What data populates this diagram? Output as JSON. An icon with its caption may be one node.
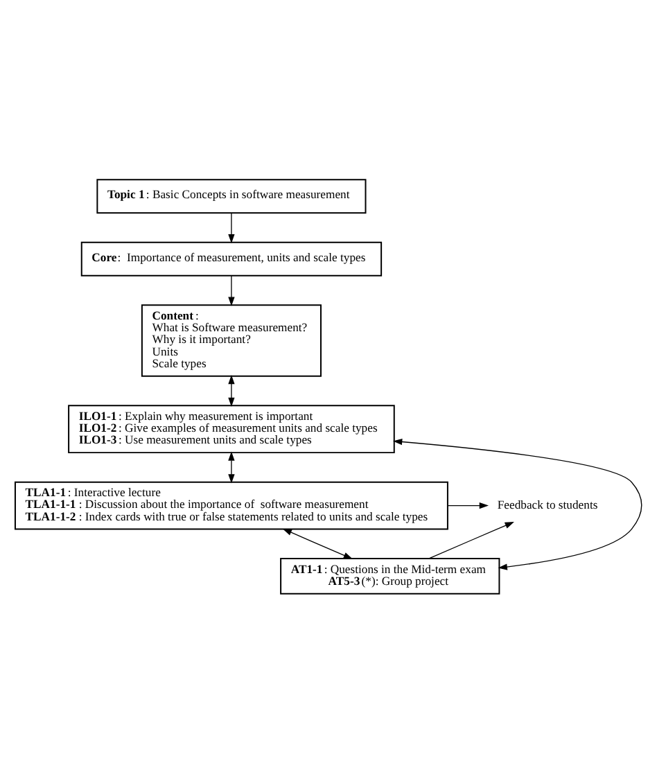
{
  "diagram": {
    "nodes": [
      {
        "text": [
          "**Topic 1**: Basic Concepts in software measurement"
        ]
      },
      {
        "text": [
          "**Core**:  Importance of measurement, units and scale types"
        ]
      },
      {
        "text": [
          "**Content** :",
          "What is Software measurement?",
          "Why is it important?",
          "Units",
          "Scale types"
        ]
      },
      {
        "text": [
          "**ILO1-1**: Explain why measurement is important",
          "**ILO1-2**: Give examples of measurement units and scale types",
          "**ILO1-3**: Use measurement units and scale types"
        ]
      },
      {
        "text": [
          "**TLA1-1**: Interactive lecture",
          "**TLA1-1-1**: Discussion about the importance of  software measurement",
          "**TLA1-1-2**: Index cards with true or false statements related to units and scale types"
        ]
      },
      {
        "text": [
          "**AT1-1**: Questions in the Mid-term exam",
          "**AT5-3**(*): Group project"
        ]
      },
      {
        "text": [
          "Feedback to students"
        ]
      }
    ],
    "edges": [
      {
        "from": 0,
        "to": 1,
        "arrow": "to"
      },
      {
        "from": 1,
        "to": 2,
        "arrow": "to"
      },
      {
        "from": 2,
        "to": 3,
        "arrow": "both"
      },
      {
        "from": 3,
        "to": 4,
        "arrow": "both"
      },
      {
        "from": 4,
        "to": 5,
        "arrow": "both"
      },
      {
        "from": 3,
        "to": 5,
        "arrow": "both"
      },
      {
        "from": 4,
        "to": 6,
        "arrow": "to"
      },
      {
        "from": 5,
        "to": 6,
        "arrow": "to"
      }
    ]
  }
}
